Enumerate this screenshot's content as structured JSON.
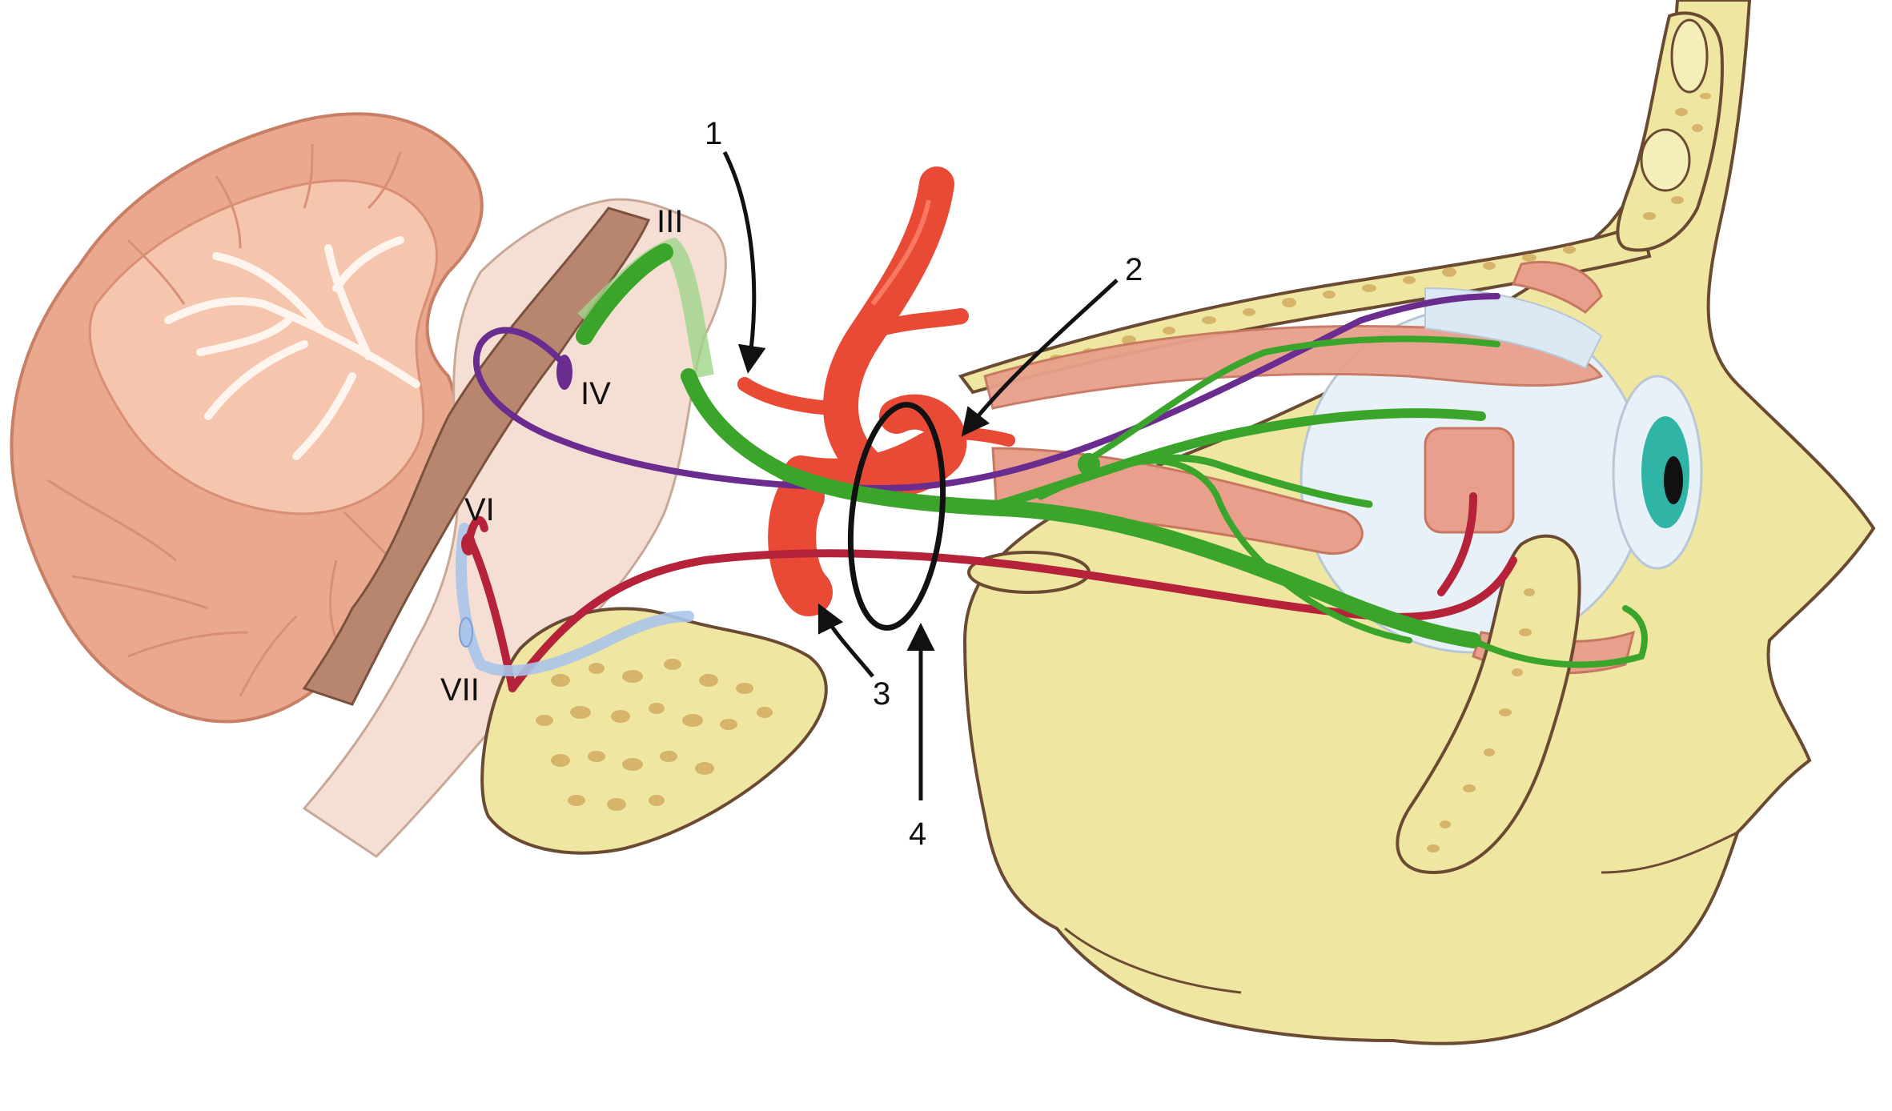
{
  "labels": {
    "cn3": "III",
    "cn4": "IV",
    "cn6": "VI",
    "cn7": "VII",
    "callout1": "1",
    "callout2": "2",
    "callout3": "3",
    "callout4": "4"
  },
  "colors": {
    "cerebellum": "#eaa88f",
    "cerebellum_light": "#f6c5ad",
    "white_matter": "#fff4ee",
    "bone": "#efe6a2",
    "bone_edge": "#6b4a33",
    "bone_pores": "#d6b56a",
    "brainstem": "#f5dfd4",
    "artery": "#e84a35",
    "artery_dark": "#c9302a",
    "vein_red": "#b52239",
    "nerve_green": "#3aa52a",
    "nerve_green_light": "#9fd58a",
    "nerve_purple": "#6b2c8f",
    "nerve_blue": "#aac4ea",
    "eyeball": "#e9f1f8",
    "muscle": "#e8a08c",
    "iris": "#2fb4a6",
    "ink": "#111111"
  }
}
